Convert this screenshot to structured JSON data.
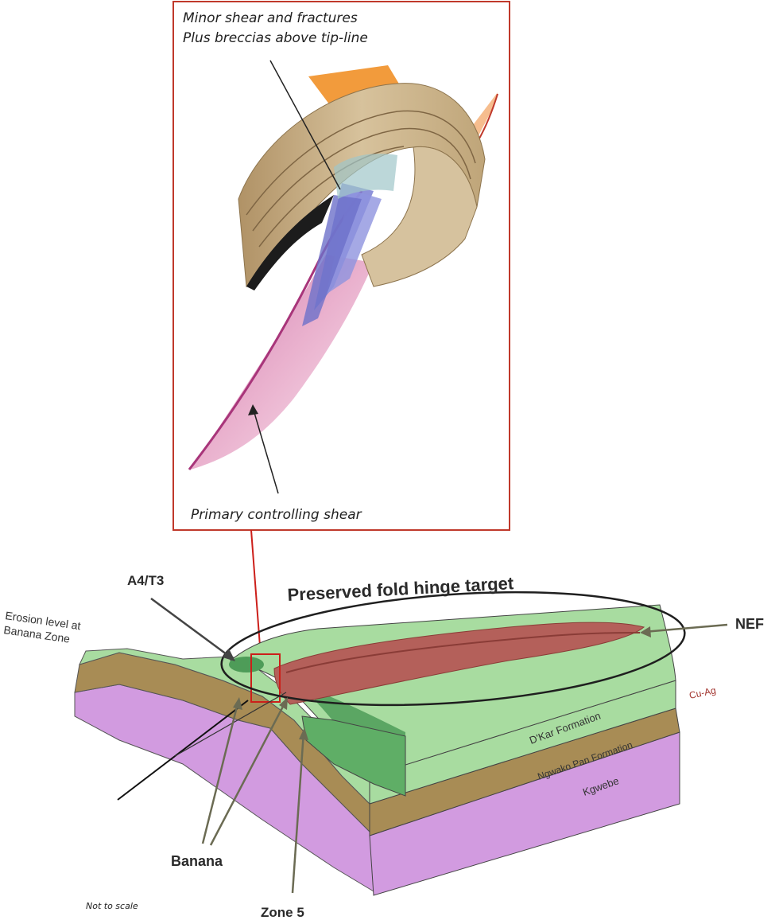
{
  "inset": {
    "caption_top_line1": "Minor shear and fractures",
    "caption_top_line2": "Plus breccias above tip-line",
    "caption_bottom": "Primary controlling shear"
  },
  "block": {
    "title": "Preserved fold hinge target",
    "labels": {
      "a4t3": "A4/T3",
      "erosion_line1": "Erosion level at",
      "erosion_line2": "Banana Zone",
      "nef": "NEF",
      "cu_ag": "Cu-Ag",
      "dkar": "D'Kar Formation",
      "ngwako": "Ngwako Pan Formation",
      "kgwebe": "Kgwebe",
      "banana": "Banana",
      "zone5": "Zone 5",
      "not_to_scale": "Not to scale"
    }
  },
  "colors": {
    "inset_frame": "#c0392b",
    "callout_red": "#cc1f1a",
    "dkar_green": "#a8dca0",
    "dkar_dark_green": "#4e9c58",
    "ngwako_brown": "#a88c55",
    "kgwebe_purple": "#d29be0",
    "ore_red": "#b4605a",
    "fold_tan": "#c2a97c",
    "plane_orange": "#f29b3c",
    "shear_pink": "#e7a8c8",
    "shear_magenta": "#a8357a",
    "fracture_blue": "#7a7fd4"
  }
}
